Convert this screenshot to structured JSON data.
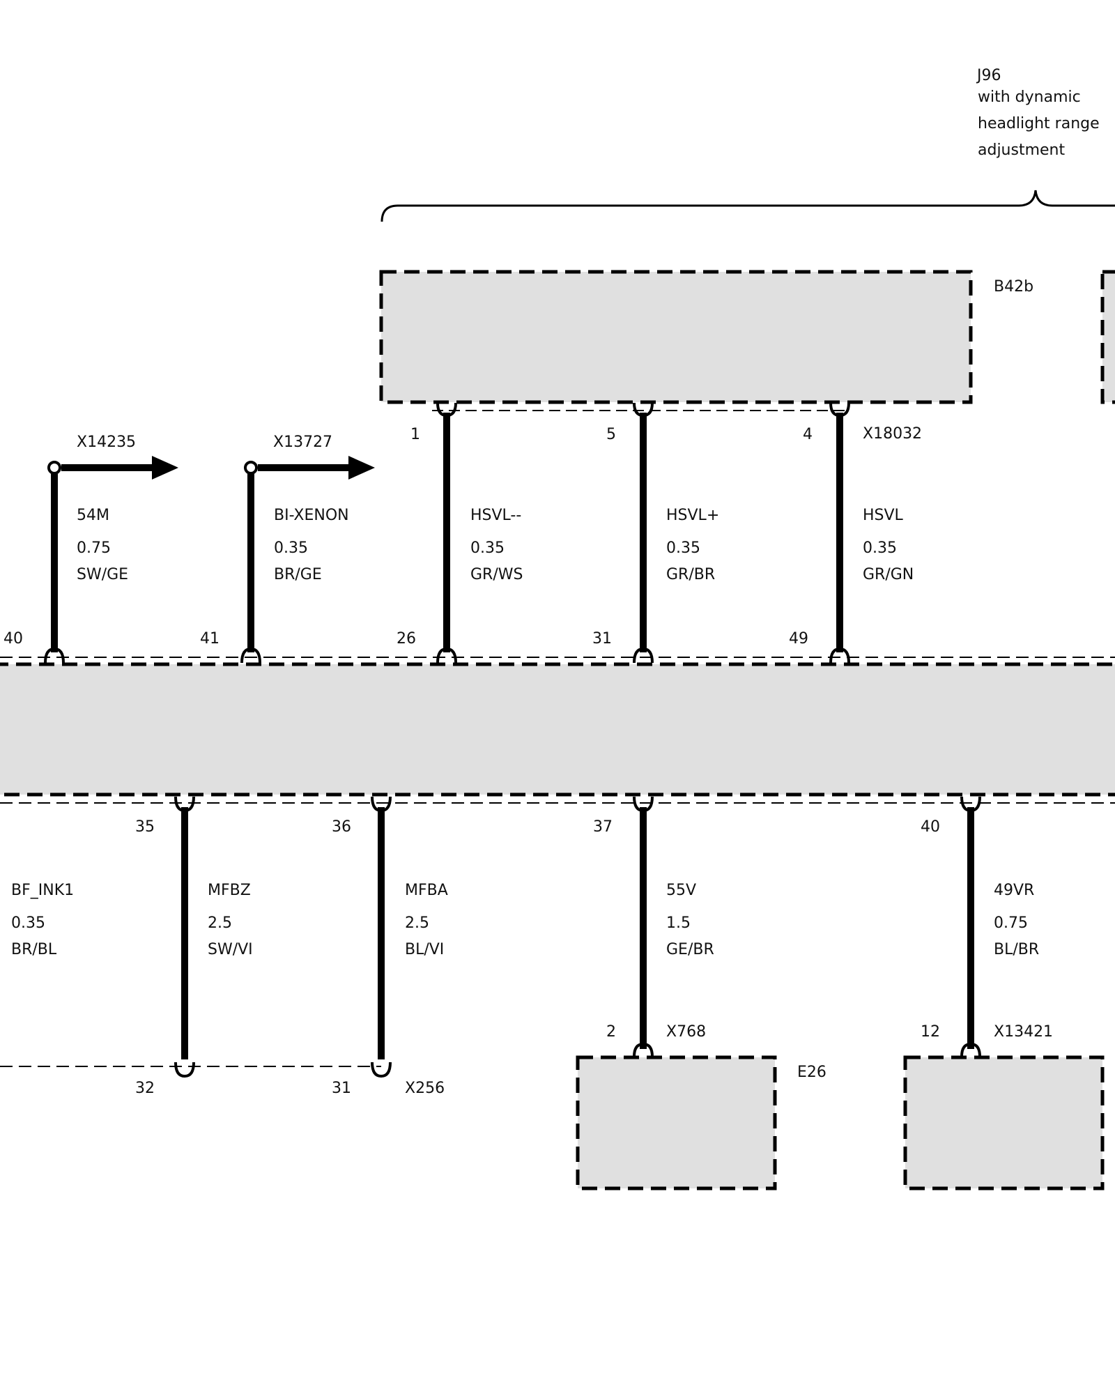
{
  "group_label": {
    "id": "J96",
    "lines": [
      "with dynamic",
      "headlight range",
      "adjustment"
    ]
  },
  "components": {
    "b42b": "B42b",
    "e26": "E26"
  },
  "connectors": {
    "b42b_plug": "X18032",
    "e26_plug": "X768",
    "right_lower_plug": "X13421",
    "bottom_left_plug": "X256",
    "arrow_1": "X14235",
    "arrow_2": "X13727"
  },
  "top_wires": [
    {
      "signal": "54M",
      "gauge": "0.75",
      "color": "SW/GE",
      "main_pin": "40"
    },
    {
      "signal": "BI-XENON",
      "gauge": "0.35",
      "color": "BR/GE",
      "main_pin": "41"
    },
    {
      "signal": "HSVL--",
      "gauge": "0.35",
      "color": "GR/WS",
      "main_pin": "26",
      "top_pin": "1"
    },
    {
      "signal": "HSVL+",
      "gauge": "0.35",
      "color": "GR/BR",
      "main_pin": "31",
      "top_pin": "5"
    },
    {
      "signal": "HSVL",
      "gauge": "0.35",
      "color": "GR/GN",
      "main_pin": "49",
      "top_pin": "4"
    }
  ],
  "bottom_wires": [
    {
      "signal": "BF_INK1",
      "gauge": "0.35",
      "color": "BR/BL"
    },
    {
      "signal": "MFBZ",
      "gauge": "2.5",
      "color": "SW/VI",
      "main_pin": "35",
      "end_pin": "32"
    },
    {
      "signal": "MFBA",
      "gauge": "2.5",
      "color": "BL/VI",
      "main_pin": "36",
      "end_pin": "31"
    },
    {
      "signal": "55V",
      "gauge": "1.5",
      "color": "GE/BR",
      "main_pin": "37",
      "end_pin": "2"
    },
    {
      "signal": "49VR",
      "gauge": "0.75",
      "color": "BL/BR",
      "main_pin": "40",
      "end_pin": "12"
    }
  ],
  "colors": {
    "line": "#000000",
    "box_fill": "#e0e0e0",
    "background": "#ffffff"
  }
}
